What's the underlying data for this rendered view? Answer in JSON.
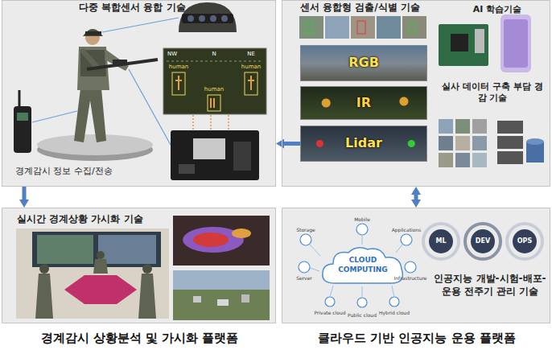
{
  "diagram": {
    "nodes": [
      {
        "text": [
          "다중 복합센서 융합 기술",
          "경계감시 정보 수집/전송"
        ]
      },
      {
        "text": [
          "센서 융합형 검출/식별 기술",
          "AI 학습기술",
          "실사 데이터 구축 부담 경감 기술"
        ]
      },
      {
        "text": [
          "RGB"
        ],
        "in": 1
      },
      {
        "text": [
          "IR"
        ],
        "in": 1
      },
      {
        "text": [
          "Lidar"
        ],
        "in": 1
      },
      {
        "text": [
          "실시간 경계상황 가시화 기술",
          "경계감시 상황분석 및 가시화 플랫폼"
        ]
      },
      {
        "text": [
          "인공지능 개발-시험-배포-운용 전주기 관리 기술",
          "클라우드 기반 인공지능 운용 플랫폼"
        ]
      },
      {
        "text": [
          "CLOUD COMPUTING"
        ],
        "in": 6
      }
    ],
    "edges": [
      {
        "from": 4,
        "to": 0,
        "arrow": "to"
      },
      {
        "from": 0,
        "to": 5,
        "arrow": "to"
      },
      {
        "from": 1,
        "to": 6,
        "arrow": "both"
      }
    ],
    "labels": [
      "NW",
      "N",
      "NE",
      "human",
      "human",
      "human",
      "Mobile",
      "Storage",
      "Applications",
      "Server",
      "Infrastructure",
      "Private cloud",
      "Public cloud",
      "Hybrid cloud",
      "ML",
      "DEV",
      "OPS"
    ]
  }
}
